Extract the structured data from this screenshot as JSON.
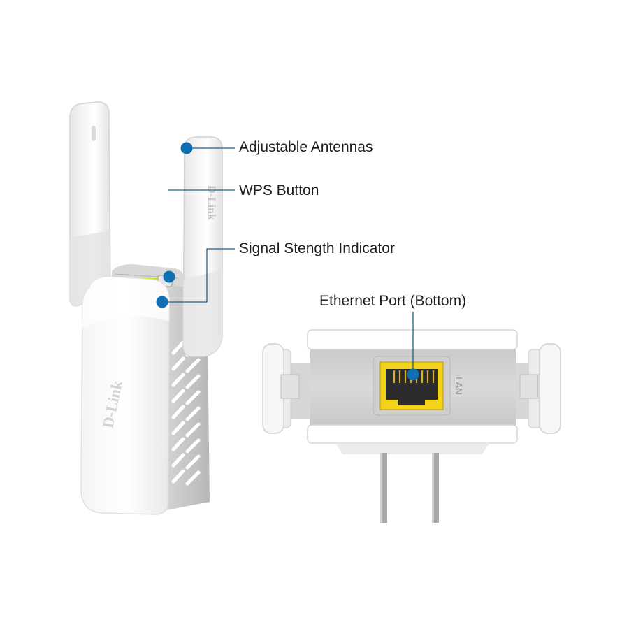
{
  "callouts": {
    "antennas": "Adjustable Antennas",
    "wps": "WPS Button",
    "signal": "Signal Stength Indicator",
    "ethernet": "Ethernet Port (Bottom)"
  },
  "device": {
    "brand": "D-Link",
    "port_label": "LAN"
  },
  "colors": {
    "callout_dot": "#0e6fb3",
    "led": "#c8e63a",
    "port": "#f2d21a",
    "device_body": "#ffffff",
    "device_shadow": "#c9c9c9"
  }
}
